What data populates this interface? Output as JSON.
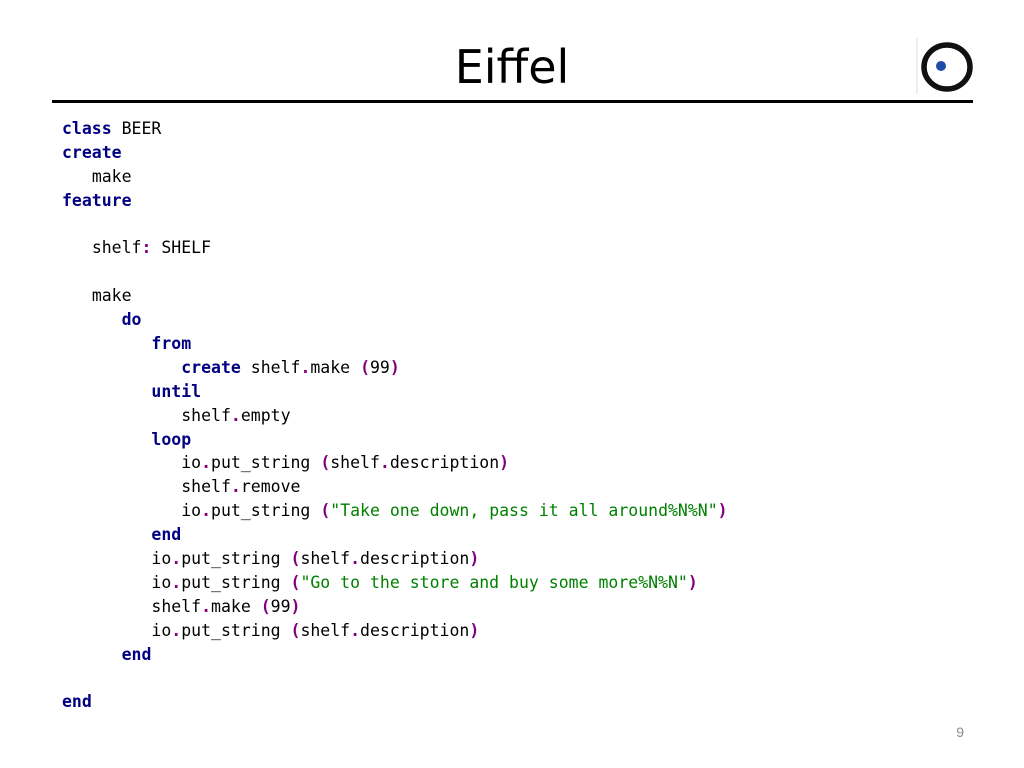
{
  "slide": {
    "title": "Eiffel",
    "page_number": "9",
    "logo": "eiffel-logo-icon"
  },
  "colors": {
    "keyword": "#000080",
    "punctuation": "#800080",
    "string": "#008000",
    "identifier": "#000000",
    "rule": "#000000",
    "page_number": "#8c8c8c"
  },
  "code": {
    "lines": [
      [
        {
          "t": "kw",
          "v": "class"
        },
        {
          "t": "ws",
          "v": " "
        },
        {
          "t": "id",
          "v": "BEER"
        }
      ],
      [
        {
          "t": "kw",
          "v": "create"
        }
      ],
      [
        {
          "t": "ws",
          "v": "   "
        },
        {
          "t": "id",
          "v": "make"
        }
      ],
      [
        {
          "t": "kw",
          "v": "feature"
        }
      ],
      [],
      [
        {
          "t": "ws",
          "v": "   "
        },
        {
          "t": "id",
          "v": "shelf"
        },
        {
          "t": "punct",
          "v": ":"
        },
        {
          "t": "ws",
          "v": " "
        },
        {
          "t": "id",
          "v": "SHELF"
        }
      ],
      [],
      [
        {
          "t": "ws",
          "v": "   "
        },
        {
          "t": "id",
          "v": "make"
        }
      ],
      [
        {
          "t": "ws",
          "v": "      "
        },
        {
          "t": "kw",
          "v": "do"
        }
      ],
      [
        {
          "t": "ws",
          "v": "         "
        },
        {
          "t": "kw",
          "v": "from"
        }
      ],
      [
        {
          "t": "ws",
          "v": "            "
        },
        {
          "t": "kw",
          "v": "create"
        },
        {
          "t": "ws",
          "v": " "
        },
        {
          "t": "id",
          "v": "shelf"
        },
        {
          "t": "punct",
          "v": "."
        },
        {
          "t": "id",
          "v": "make"
        },
        {
          "t": "ws",
          "v": " "
        },
        {
          "t": "punct",
          "v": "("
        },
        {
          "t": "num",
          "v": "99"
        },
        {
          "t": "punct",
          "v": ")"
        }
      ],
      [
        {
          "t": "ws",
          "v": "         "
        },
        {
          "t": "kw",
          "v": "until"
        }
      ],
      [
        {
          "t": "ws",
          "v": "            "
        },
        {
          "t": "id",
          "v": "shelf"
        },
        {
          "t": "punct",
          "v": "."
        },
        {
          "t": "id",
          "v": "empty"
        }
      ],
      [
        {
          "t": "ws",
          "v": "         "
        },
        {
          "t": "kw",
          "v": "loop"
        }
      ],
      [
        {
          "t": "ws",
          "v": "            "
        },
        {
          "t": "id",
          "v": "io"
        },
        {
          "t": "punct",
          "v": "."
        },
        {
          "t": "id",
          "v": "put_string"
        },
        {
          "t": "ws",
          "v": " "
        },
        {
          "t": "punct",
          "v": "("
        },
        {
          "t": "id",
          "v": "shelf"
        },
        {
          "t": "punct",
          "v": "."
        },
        {
          "t": "id",
          "v": "description"
        },
        {
          "t": "punct",
          "v": ")"
        }
      ],
      [
        {
          "t": "ws",
          "v": "            "
        },
        {
          "t": "id",
          "v": "shelf"
        },
        {
          "t": "punct",
          "v": "."
        },
        {
          "t": "id",
          "v": "remove"
        }
      ],
      [
        {
          "t": "ws",
          "v": "            "
        },
        {
          "t": "id",
          "v": "io"
        },
        {
          "t": "punct",
          "v": "."
        },
        {
          "t": "id",
          "v": "put_string"
        },
        {
          "t": "ws",
          "v": " "
        },
        {
          "t": "punct",
          "v": "("
        },
        {
          "t": "str",
          "v": "\"Take one down, pass it all around%N%N\""
        },
        {
          "t": "punct",
          "v": ")"
        }
      ],
      [
        {
          "t": "ws",
          "v": "         "
        },
        {
          "t": "kw",
          "v": "end"
        }
      ],
      [
        {
          "t": "ws",
          "v": "         "
        },
        {
          "t": "id",
          "v": "io"
        },
        {
          "t": "punct",
          "v": "."
        },
        {
          "t": "id",
          "v": "put_string"
        },
        {
          "t": "ws",
          "v": " "
        },
        {
          "t": "punct",
          "v": "("
        },
        {
          "t": "id",
          "v": "shelf"
        },
        {
          "t": "punct",
          "v": "."
        },
        {
          "t": "id",
          "v": "description"
        },
        {
          "t": "punct",
          "v": ")"
        }
      ],
      [
        {
          "t": "ws",
          "v": "         "
        },
        {
          "t": "id",
          "v": "io"
        },
        {
          "t": "punct",
          "v": "."
        },
        {
          "t": "id",
          "v": "put_string"
        },
        {
          "t": "ws",
          "v": " "
        },
        {
          "t": "punct",
          "v": "("
        },
        {
          "t": "str",
          "v": "\"Go to the store and buy some more%N%N\""
        },
        {
          "t": "punct",
          "v": ")"
        }
      ],
      [
        {
          "t": "ws",
          "v": "         "
        },
        {
          "t": "id",
          "v": "shelf"
        },
        {
          "t": "punct",
          "v": "."
        },
        {
          "t": "id",
          "v": "make"
        },
        {
          "t": "ws",
          "v": " "
        },
        {
          "t": "punct",
          "v": "("
        },
        {
          "t": "num",
          "v": "99"
        },
        {
          "t": "punct",
          "v": ")"
        }
      ],
      [
        {
          "t": "ws",
          "v": "         "
        },
        {
          "t": "id",
          "v": "io"
        },
        {
          "t": "punct",
          "v": "."
        },
        {
          "t": "id",
          "v": "put_string"
        },
        {
          "t": "ws",
          "v": " "
        },
        {
          "t": "punct",
          "v": "("
        },
        {
          "t": "id",
          "v": "shelf"
        },
        {
          "t": "punct",
          "v": "."
        },
        {
          "t": "id",
          "v": "description"
        },
        {
          "t": "punct",
          "v": ")"
        }
      ],
      [
        {
          "t": "ws",
          "v": "      "
        },
        {
          "t": "kw",
          "v": "end"
        }
      ],
      [],
      [
        {
          "t": "kw",
          "v": "end"
        }
      ]
    ]
  }
}
